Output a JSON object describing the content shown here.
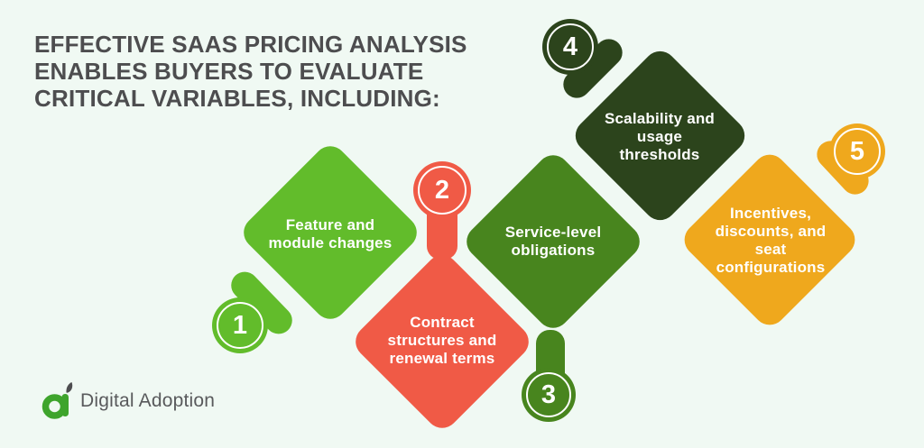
{
  "background": "#f0f9f3",
  "title": {
    "text": "EFFECTIVE SAAS PRICING ANALYSIS\nENABLES BUYERS TO EVALUATE\nCRITICAL VARIABLES, INCLUDING:",
    "color": "#4d4d4f"
  },
  "steps": [
    {
      "number": "1",
      "label": "Feature and\nmodule changes",
      "color": "#62bc2b"
    },
    {
      "number": "2",
      "label": "Contract\nstructures and\nrenewal terms",
      "color": "#f05a46"
    },
    {
      "number": "3",
      "label": "Service-level\nobligations",
      "color": "#48851e"
    },
    {
      "number": "4",
      "label": "Scalability and\nusage\nthresholds",
      "color": "#2c441c"
    },
    {
      "number": "5",
      "label": "Incentives,\ndiscounts, and\nseat\nconfigurations",
      "color": "#efa81d"
    }
  ],
  "logo": {
    "text": "Digital Adoption",
    "icon_color": "#3ea42c",
    "leaf_color": "#4d4d4f",
    "text_color": "#595a5c"
  },
  "label_text_color": "#ffffff"
}
